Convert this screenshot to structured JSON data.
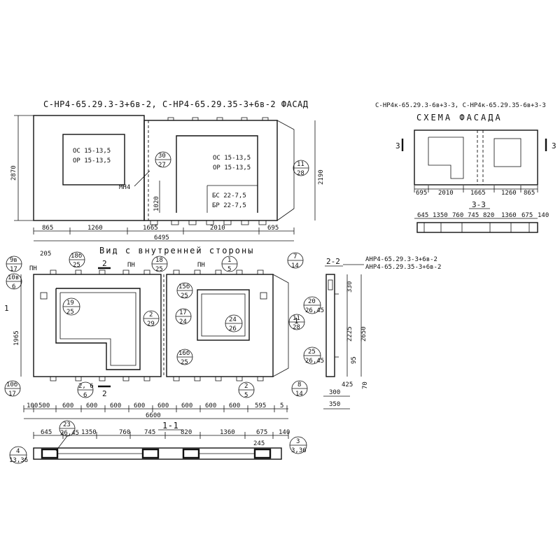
{
  "titles": {
    "facade_title": "С-НР4-65.29.3-3+6в-2, С-НР4-65.29.35-3+6в-2 ФАСАД",
    "scheme_marks": "С-НР4к-65.29.3-6в+3-3, С-НР4к-65.29.35-6в+3-3",
    "scheme_title": "СХЕМА ФАСАДА",
    "inner_view_title": "Вид с внутренней стороны",
    "section_11": "1-1",
    "section_22": "2-2",
    "section_33": "3-3",
    "section_22_marks": [
      "АНР4-65.29.3-3+6в-2",
      "АНР4-65.29.35-3+6в-2"
    ]
  },
  "facade": {
    "window_left": [
      "ОС 15-13,5",
      "ОР 15-13,5"
    ],
    "window_right": [
      "ОС 15-13,5",
      "ОР 15-13,5"
    ],
    "door": [
      "БС 22-7,5",
      "БР 22-7,5"
    ],
    "mn_label": "МН4",
    "height_left": "2870",
    "height_right": "2190",
    "sill": "1020",
    "dims": [
      "865",
      "1260",
      "1665",
      "2010",
      "695"
    ],
    "total": "6495",
    "bubbles": [
      {
        "top": "30",
        "bottom": "27"
      },
      {
        "top": "11",
        "bottom": "28"
      }
    ]
  },
  "scheme": {
    "dims": [
      "695",
      "2010",
      "1665",
      "1260",
      "865"
    ],
    "section_mark": "3",
    "dims_33": [
      "645",
      "1350",
      "760",
      "745",
      "820",
      "1360",
      "675",
      "140"
    ]
  },
  "inner": {
    "pn_labels": [
      "ПН",
      "ПН",
      "ПН"
    ],
    "mark_2": "2",
    "height": "1965",
    "mark_1": "1",
    "dims": [
      "100",
      "500",
      "600",
      "600",
      "600",
      "600",
      "600",
      "600",
      "600",
      "600",
      "595",
      "5"
    ],
    "total": "6600",
    "dim_205": "205",
    "bubbles": [
      {
        "top": "9в",
        "bottom": "17"
      },
      {
        "top": "10в",
        "bottom": "6"
      },
      {
        "top": "18б",
        "bottom": "25"
      },
      {
        "top": "18",
        "bottom": "25"
      },
      {
        "top": "1",
        "bottom": "5"
      },
      {
        "top": "7",
        "bottom": "14"
      },
      {
        "top": "19",
        "bottom": "25"
      },
      {
        "top": "2",
        "bottom": "29"
      },
      {
        "top": "15б",
        "bottom": "25"
      },
      {
        "top": "17",
        "bottom": "24"
      },
      {
        "top": "24",
        "bottom": "26"
      },
      {
        "top": "11",
        "bottom": "28"
      },
      {
        "top": "16б",
        "bottom": "25"
      },
      {
        "top": "10б",
        "bottom": "17"
      },
      {
        "top": "2, 6",
        "bottom": "6"
      },
      {
        "top": "2",
        "bottom": "5"
      },
      {
        "top": "8",
        "bottom": "14"
      }
    ]
  },
  "section22": {
    "dims": [
      "330",
      "2650",
      "2225",
      "95",
      "300",
      "425",
      "70",
      "350"
    ],
    "bubbles": [
      {
        "top": "20",
        "bottom": "26,45"
      },
      {
        "top": "25",
        "bottom": "26,45"
      }
    ]
  },
  "section11": {
    "dims": [
      "645",
      "1350",
      "760",
      "745",
      "820",
      "1360",
      "675",
      "245",
      "140"
    ],
    "bubbles": [
      {
        "top": "23",
        "bottom": "26,45"
      },
      {
        "top": "4",
        "bottom": "13,36"
      },
      {
        "top": "3",
        "bottom": "3,36"
      }
    ]
  }
}
